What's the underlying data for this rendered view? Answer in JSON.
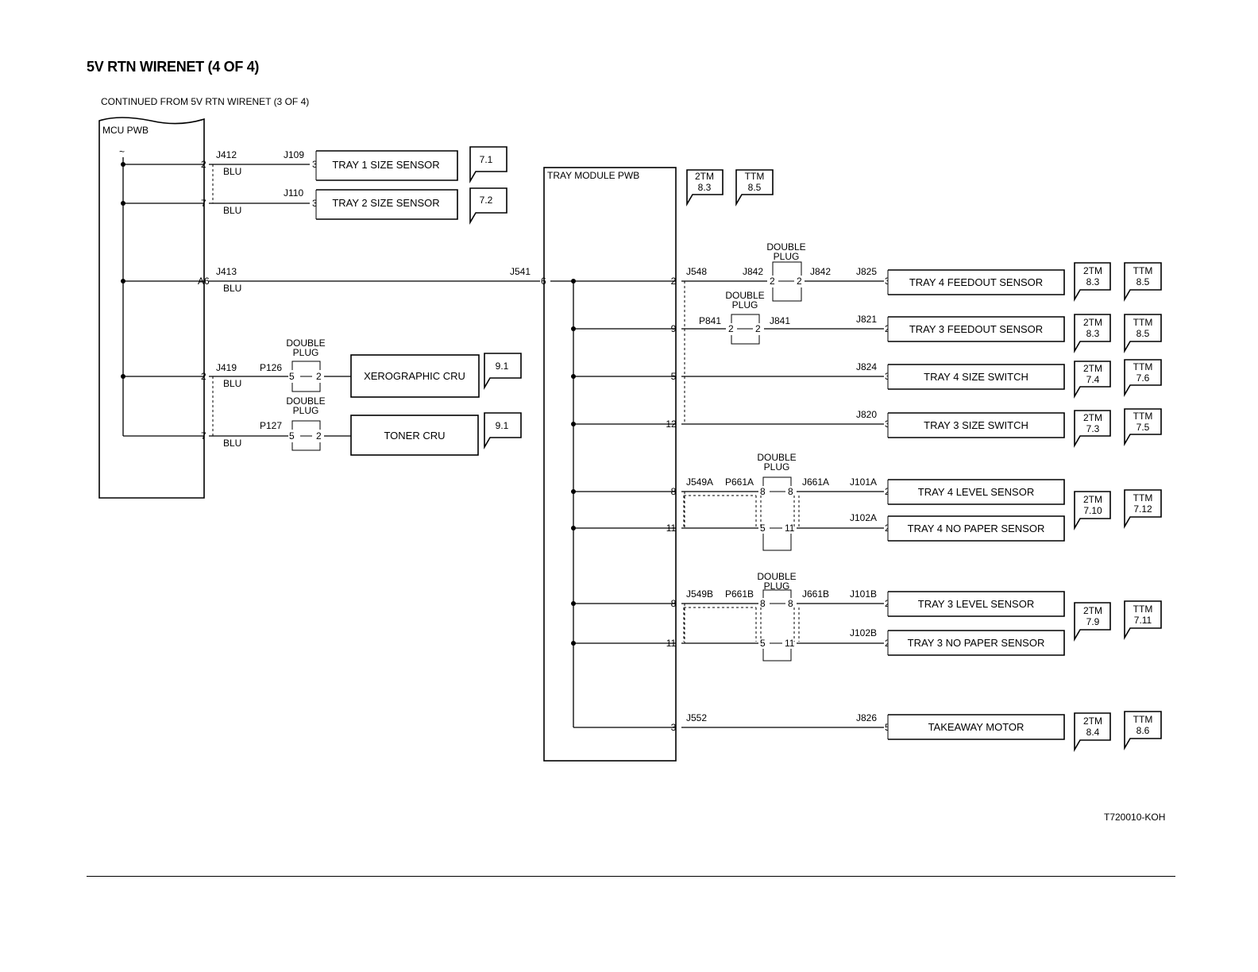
{
  "title": "5V RTN WIRENET  (4 OF 4)",
  "continued_from": "CONTINUED FROM  5V RTN WIRENET (3 OF 4)",
  "document_id": "T720010-KOH",
  "mcu": {
    "label": "MCU PWB",
    "pins": [
      "2",
      "7",
      "A6",
      "2",
      "7"
    ],
    "connectors": [
      "J412",
      "J413",
      "J419"
    ],
    "wire_color": "BLU"
  },
  "left_components": [
    {
      "label": "TRAY 1 SIZE SENSOR",
      "connector": "J109",
      "pin": "3",
      "ref": "7.1"
    },
    {
      "label": "TRAY 2 SIZE SENSOR",
      "connector": "J110",
      "pin": "3",
      "ref": "7.2"
    },
    {
      "label": "XEROGRAPHIC CRU",
      "plug": "P126",
      "plug_pins": [
        "5",
        "2"
      ],
      "plug_label": [
        "DOUBLE",
        "PLUG"
      ],
      "ref": "9.1"
    },
    {
      "label": "TONER CRU",
      "plug": "P127",
      "plug_pins": [
        "5",
        "2"
      ],
      "plug_label": [
        "DOUBLE",
        "PLUG"
      ],
      "ref": "9.1"
    }
  ],
  "tray_module": {
    "label": "TRAY MODULE PWB",
    "input_connector": "J541",
    "input_pin": "6",
    "refs": [
      {
        "top": "2TM",
        "bottom": "8.3"
      },
      {
        "top": "TTM",
        "bottom": "8.5"
      }
    ]
  },
  "double_plug_text": [
    "DOUBLE",
    "PLUG"
  ],
  "right_rows": [
    {
      "pin": "2",
      "labels": [
        "J548",
        "J842",
        "J842",
        "J825"
      ],
      "plug_pins": [
        "2",
        "2"
      ],
      "end_pin": "3",
      "device": "TRAY 4  FEEDOUT SENSOR",
      "ref_a": [
        "2TM",
        "8.3"
      ],
      "ref_b": [
        "TTM",
        "8.5"
      ]
    },
    {
      "pin": "9",
      "labels": [
        "P841",
        "J841",
        "J821"
      ],
      "plug_pins": [
        "2",
        "2"
      ],
      "end_pin": "2",
      "device": "TRAY 3  FEEDOUT SENSOR",
      "ref_a": [
        "2TM",
        "8.3"
      ],
      "ref_b": [
        "TTM",
        "8.5"
      ]
    },
    {
      "pin": "5",
      "labels": [
        "J824"
      ],
      "end_pin": "3",
      "device": "TRAY 4  SIZE SWITCH",
      "ref_a": [
        "2TM",
        "7.4"
      ],
      "ref_b": [
        "TTM",
        "7.6"
      ]
    },
    {
      "pin": "12",
      "labels": [
        "J820"
      ],
      "end_pin": "3",
      "device": "TRAY 3  SIZE SWITCH",
      "ref_a": [
        "2TM",
        "7.3"
      ],
      "ref_b": [
        "TTM",
        "7.5"
      ]
    }
  ],
  "level_groups": [
    {
      "conn": "J549A",
      "plug": "P661A",
      "jack": "J661A",
      "rows": [
        {
          "pin": "8",
          "plug_pins": [
            "8",
            "8"
          ],
          "end_conn": "J101A",
          "end_pin": "2",
          "device": "TRAY 4  LEVEL SENSOR"
        },
        {
          "pin": "11",
          "plug_pins": [
            "5",
            "11"
          ],
          "end_conn": "J102A",
          "end_pin": "2",
          "device": "TRAY 4  NO PAPER SENSOR"
        }
      ],
      "ref_a": [
        "2TM",
        "7.10"
      ],
      "ref_b": [
        "TTM",
        "7.12"
      ]
    },
    {
      "conn": "J549B",
      "plug": "P661B",
      "jack": "J661B",
      "rows": [
        {
          "pin": "8",
          "plug_pins": [
            "8",
            "8"
          ],
          "end_conn": "J101B",
          "end_pin": "2",
          "device": "TRAY 3  LEVEL SENSOR"
        },
        {
          "pin": "11",
          "plug_pins": [
            "5",
            "11"
          ],
          "end_conn": "J102B",
          "end_pin": "2",
          "device": "TRAY 3  NO PAPER SENSOR"
        }
      ],
      "ref_a": [
        "2TM",
        "7.9"
      ],
      "ref_b": [
        "TTM",
        "7.11"
      ]
    }
  ],
  "motor": {
    "pin": "3",
    "conn": "J552",
    "end_conn": "J826",
    "end_pin": "5",
    "device": "TAKEAWAY MOTOR",
    "ref_a": [
      "2TM",
      "8.4"
    ],
    "ref_b": [
      "TTM",
      "8.6"
    ]
  }
}
